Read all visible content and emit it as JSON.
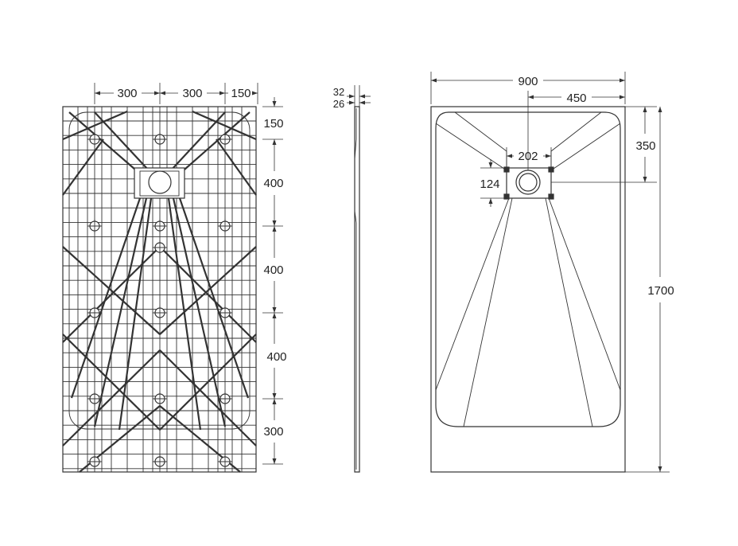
{
  "bottom_view": {
    "horizontal_dims": [
      "300",
      "300",
      "150"
    ],
    "vertical_dims": [
      "150",
      "400",
      "400",
      "400",
      "300"
    ]
  },
  "side_view": {
    "dims": [
      "32",
      "26"
    ]
  },
  "top_view": {
    "overall_width": "900",
    "half_width": "450",
    "drain_width": "202",
    "drain_height": "124",
    "drain_offset": "350",
    "overall_length": "1700"
  },
  "colors": {
    "line": "#333333",
    "background": "#ffffff"
  }
}
